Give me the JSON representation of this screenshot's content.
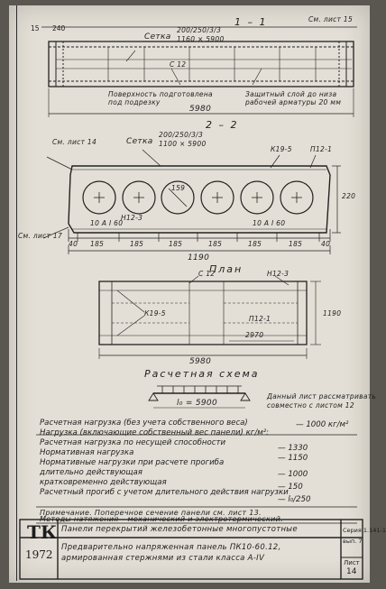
{
  "section_1_1": {
    "title": "1 – 1",
    "dim_15": "15",
    "dim_240": "240",
    "mesh_label": "Сетка",
    "mesh_spec_top": "200/250/3/3",
    "mesh_spec_bottom": "1160 × 5900",
    "see_sheet": "См. лист 15",
    "rod_label": "С 12",
    "surface_note_1": "Поверхность подготовлена",
    "surface_note_2": "под подрезку",
    "cover_note_1": "Защитный слой до низа",
    "cover_note_2": "рабочей арматуры 20 мм",
    "length": "5980"
  },
  "section_2_2": {
    "title": "2 – 2",
    "see_sheet_14": "См. лист 14",
    "mesh_label": "Сетка",
    "mesh_spec_top": "200/250/3/3",
    "mesh_spec_bottom": "1100 × 5900",
    "k19": "К19-5",
    "p12": "П12-1",
    "height": "220",
    "n12": "Н12-3",
    "hole_left": "10 А I 60",
    "hole_right": "10 А I 60",
    "see_sheet_17": "См. лист 17",
    "dims": [
      "40",
      "185",
      "185",
      "185",
      "185",
      "185",
      "185",
      "40"
    ],
    "width": "1190",
    "diag": "159"
  },
  "plan": {
    "title": "План",
    "rod_label": "С 12",
    "n12": "Н12-3",
    "k19": "К19-5",
    "p12": "П12-1",
    "inner_dim": "2970",
    "width": "1190",
    "length": "5980"
  },
  "scheme": {
    "title": "Расчетная схема",
    "span": "l₀ = 5900",
    "note_1": "Данный лист рассматривать",
    "note_2": "совместно с листом 12"
  },
  "loads": {
    "row1_label": "Расчетная нагрузка (без учета собственного веса)",
    "row1_value": "— 1000 кг/м²",
    "row2_label": "Нагрузка (включающие собственный вес панели) кг/м²:",
    "row3_label": "Расчетная нагрузка по несущей способности",
    "row3_value": "— 1330",
    "row4_label": "Нормативная нагрузка",
    "row4_value": "— 1150",
    "row5_label": "Нормативные нагрузки при расчете прогиба",
    "row6_label": "длительно действующая",
    "row6_value": "— 1000",
    "row7_label": "кратковременно действующая",
    "row7_value": "— 150",
    "row8_label": "Расчетный прогиб с учетом длительного действия нагрузки",
    "row8_value": "— l₀/250"
  },
  "note": {
    "line_1": "Примечание. Поперечное сечение панели см. лист 13.",
    "line_2": "Методы натяжения – механический и электротермический."
  },
  "stamp": {
    "tk": "ТК",
    "year": "1972",
    "series_name": "Панели перекрытий железобетонные многопустотные",
    "desc_1": "Предварительно напряженная панель ПК10-60.12,",
    "desc_2": "армированная стержнями из стали класса А-IV",
    "series_code": "Серия 1.141-1",
    "issue": "вып. 7",
    "sheet_label": "Лист",
    "sheet_no": "14"
  }
}
